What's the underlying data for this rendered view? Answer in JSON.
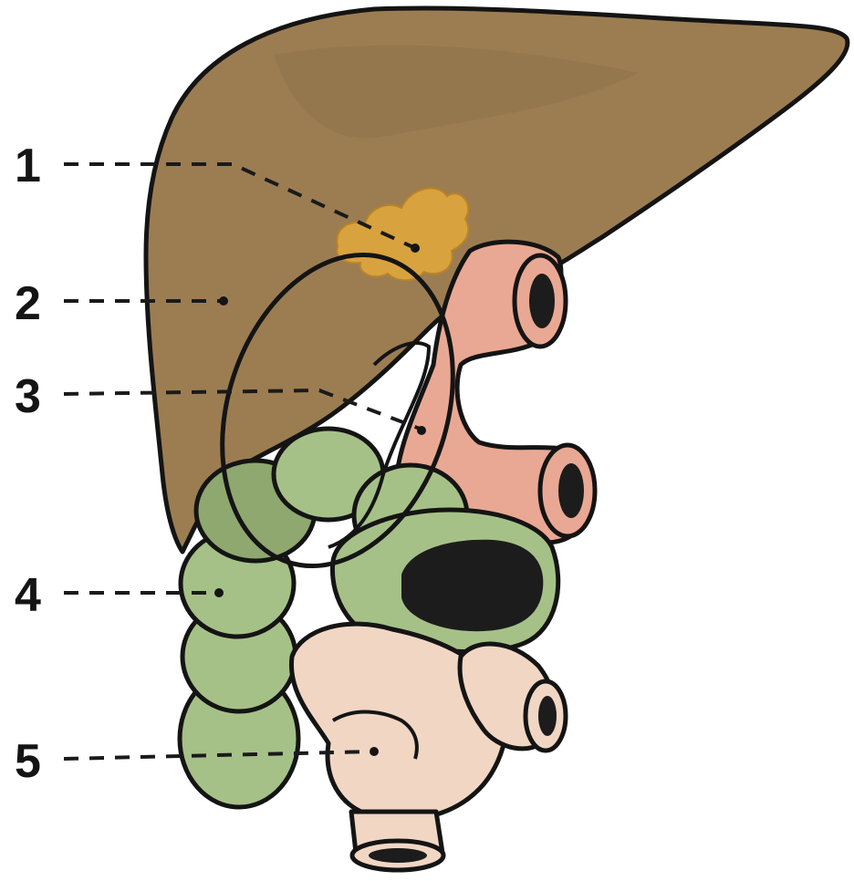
{
  "labels": [
    {
      "id": "1",
      "text": "1"
    },
    {
      "id": "2",
      "text": "2"
    },
    {
      "id": "3",
      "text": "3"
    },
    {
      "id": "4",
      "text": "4"
    },
    {
      "id": "5",
      "text": "5"
    }
  ],
  "colors": {
    "liver": "#9c7d52",
    "liver_shadow": "#8a6c45",
    "gallbladder_highlight": "#d8a23e",
    "stomach": "#e9a893",
    "colon": "#a6c187",
    "colon_dark": "#8ea870",
    "small_intestine": "#f1d6c4",
    "lumen": "#1c1c1c",
    "outline": "#141414"
  }
}
